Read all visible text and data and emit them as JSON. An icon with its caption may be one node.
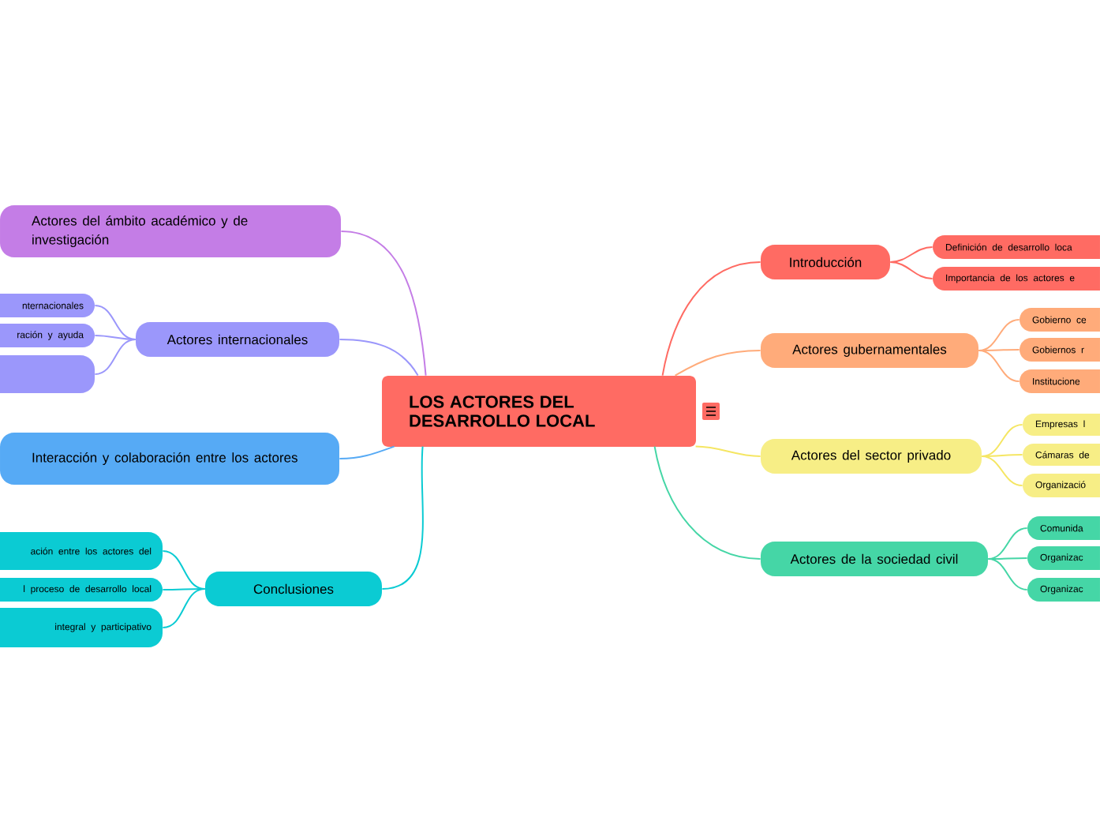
{
  "diagram": {
    "nodes": [
      {
        "text": [
          "LOS ACTORES DEL DESARROLLO LOCAL"
        ]
      },
      {
        "text": [
          "Introducción"
        ]
      },
      {
        "text": [
          "Definición de desarrollo loca"
        ]
      },
      {
        "text": [
          "Importancia de los actores e"
        ]
      },
      {
        "text": [
          "Actores gubernamentales"
        ]
      },
      {
        "text": [
          "Gobierno ce"
        ]
      },
      {
        "text": [
          "Gobiernos r"
        ]
      },
      {
        "text": [
          "Institucione"
        ]
      },
      {
        "text": [
          "Actores del sector privado"
        ]
      },
      {
        "text": [
          "Empresas l"
        ]
      },
      {
        "text": [
          "Cámaras de"
        ]
      },
      {
        "text": [
          "Organizació"
        ]
      },
      {
        "text": [
          "Actores de la sociedad civil"
        ]
      },
      {
        "text": [
          "Comunida"
        ]
      },
      {
        "text": [
          "Organizac"
        ]
      },
      {
        "text": [
          "Organizac"
        ]
      },
      {
        "text": [
          "Actores del ámbito académico y de investigación"
        ]
      },
      {
        "text": [
          "Actores internacionales"
        ]
      },
      {
        "text": [
          "nternacionales"
        ]
      },
      {
        "text": [
          "ración y ayuda"
        ]
      },
      {
        "text": [],
        "shape": "box"
      },
      {
        "text": [
          "Interacción y colaboración entre los actores"
        ]
      },
      {
        "text": [
          "Conclusiones"
        ]
      },
      {
        "text": [
          "ación entre los actores del"
        ]
      },
      {
        "text": [
          "l proceso de desarrollo local"
        ]
      },
      {
        "text": [
          "integral y participativo"
        ]
      }
    ],
    "edges": [
      {
        "from": 0,
        "to": 1,
        "arrow": "none",
        "color": "#ff6b63"
      },
      {
        "from": 1,
        "to": 2,
        "arrow": "none",
        "color": "#ff6b63"
      },
      {
        "from": 1,
        "to": 3,
        "arrow": "none",
        "color": "#ff6b63"
      },
      {
        "from": 0,
        "to": 4,
        "arrow": "none",
        "color": "#ffab7a"
      },
      {
        "from": 4,
        "to": 5,
        "arrow": "none",
        "color": "#ffab7a"
      },
      {
        "from": 4,
        "to": 6,
        "arrow": "none",
        "color": "#ffab7a"
      },
      {
        "from": 4,
        "to": 7,
        "arrow": "none",
        "color": "#ffab7a"
      },
      {
        "from": 0,
        "to": 8,
        "arrow": "none",
        "color": "#f5e663"
      },
      {
        "from": 8,
        "to": 9,
        "arrow": "none",
        "color": "#f5e663"
      },
      {
        "from": 8,
        "to": 10,
        "arrow": "none",
        "color": "#f5e663"
      },
      {
        "from": 8,
        "to": 11,
        "arrow": "none",
        "color": "#f5e663"
      },
      {
        "from": 0,
        "to": 12,
        "arrow": "none",
        "color": "#45d6a6"
      },
      {
        "from": 12,
        "to": 13,
        "arrow": "none",
        "color": "#45d6a6"
      },
      {
        "from": 12,
        "to": 14,
        "arrow": "none",
        "color": "#45d6a6"
      },
      {
        "from": 12,
        "to": 15,
        "arrow": "none",
        "color": "#45d6a6"
      },
      {
        "from": 0,
        "to": 16,
        "arrow": "none",
        "color": "#c47de6"
      },
      {
        "from": 0,
        "to": 17,
        "arrow": "none",
        "color": "#9b97fb"
      },
      {
        "from": 17,
        "to": 18,
        "arrow": "none",
        "color": "#9b97fb"
      },
      {
        "from": 17,
        "to": 19,
        "arrow": "none",
        "color": "#9b97fb"
      },
      {
        "from": 17,
        "to": 20,
        "arrow": "none",
        "color": "#9b97fb"
      },
      {
        "from": 0,
        "to": 21,
        "arrow": "none",
        "color": "#56aaf5"
      },
      {
        "from": 0,
        "to": 22,
        "arrow": "none",
        "color": "#0bcbd3"
      },
      {
        "from": 22,
        "to": 23,
        "arrow": "none",
        "color": "#0bcbd3"
      },
      {
        "from": 22,
        "to": 24,
        "arrow": "none",
        "color": "#0bcbd3"
      },
      {
        "from": 22,
        "to": 25,
        "arrow": "none",
        "color": "#0bcbd3"
      }
    ]
  }
}
